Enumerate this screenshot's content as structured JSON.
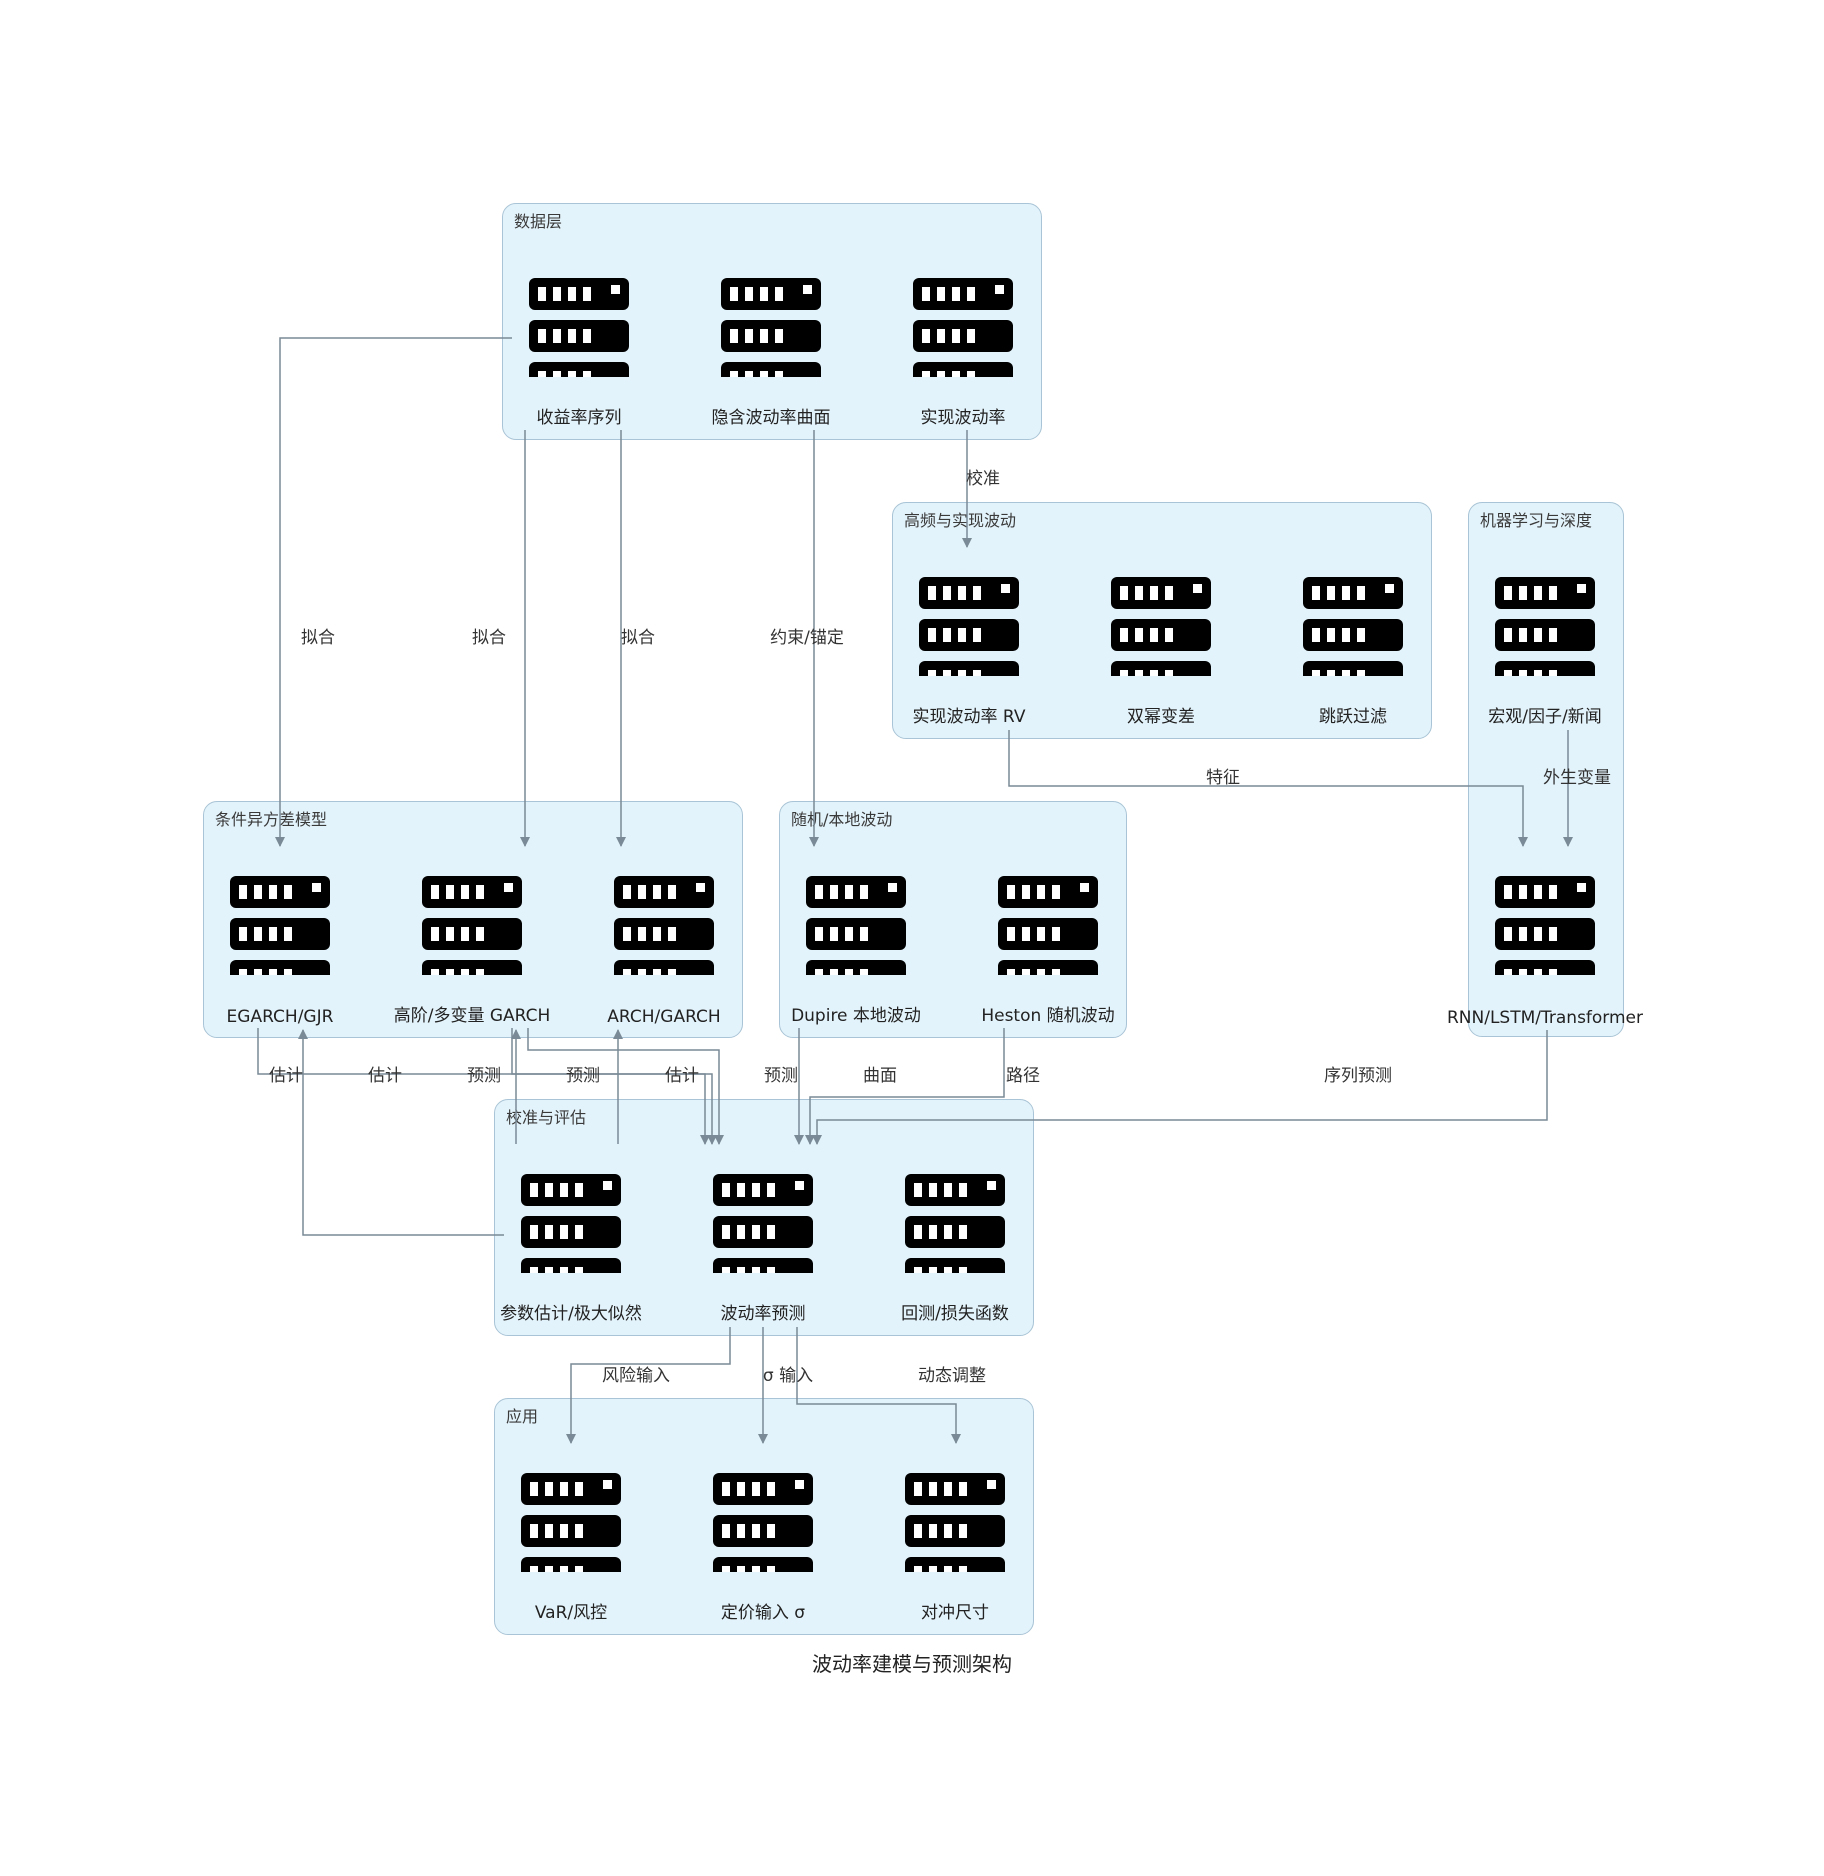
{
  "caption": "波动率建模与预测架构",
  "clusters": {
    "data": "数据层",
    "hf": "高频与实现波动",
    "ml": "机器学习与深度",
    "garch": "条件异方差模型",
    "sv": "随机/本地波动",
    "calib": "校准与评估",
    "app": "应用"
  },
  "nodes": {
    "returns": "收益率序列",
    "iv_surface": "隐含波动率曲面",
    "realized": "实现波动率",
    "rv": "实现波动率 RV",
    "bipower": "双幂变差",
    "jump": "跳跃过滤",
    "macro": "宏观/因子/新闻",
    "egarch": "EGARCH/GJR",
    "mgarch": "高阶/多变量 GARCH",
    "garch": "ARCH/GARCH",
    "dupire": "Dupire 本地波动",
    "heston": "Heston 随机波动",
    "rnn": "RNN/LSTM/Transformer",
    "mle": "参数估计/极大似然",
    "forecast": "波动率预测",
    "backtest": "回测/损失函数",
    "var": "VaR/风控",
    "pricing": "定价输入 σ",
    "hedge": "对冲尺寸"
  },
  "edges": {
    "calibrate": "校准",
    "fit1": "拟合",
    "fit2": "拟合",
    "fit3": "拟合",
    "constrain": "约束/锚定",
    "feature": "特征",
    "exog": "外生变量",
    "est1": "估计",
    "est2": "估计",
    "pred1": "预测",
    "pred2": "预测",
    "est3": "估计",
    "pred3": "预测",
    "surface": "曲面",
    "path": "路径",
    "seq_pred": "序列预测",
    "risk_in": "风险输入",
    "sigma_in": "σ 输入",
    "dyn_adj": "动态调整"
  },
  "colors": {
    "cluster_fill": "#e3f3fb",
    "cluster_border": "#a9c4d6",
    "edge": "#7a8a96",
    "icon": "#000000"
  },
  "icon_name": "server-rack-icon"
}
